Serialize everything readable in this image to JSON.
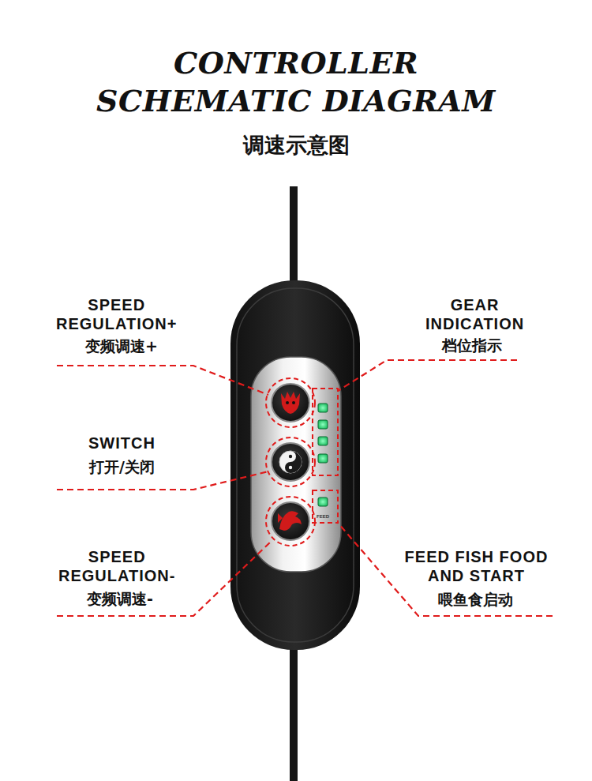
{
  "diagram": {
    "title": "CONTROLLER SCHEMATIC DIAGRAM",
    "labels": [
      "调速示意图",
      "SPEED REGULATION+",
      "变频调速+",
      "GEAR INDICATION",
      "档位指示",
      "SWITCH",
      "打开/关闭",
      "SPEED REGULATION-",
      "变频调速-",
      "FEED FISH FOOD AND START",
      "喂鱼食启动",
      "FEED"
    ]
  }
}
